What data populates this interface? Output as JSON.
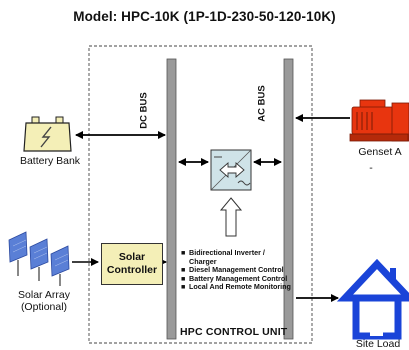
{
  "title": "Model: HPC-10K (1P-1D-230-50-120-10K)",
  "buses": {
    "dc": "DC BUS",
    "ac": "AC BUS"
  },
  "battery": {
    "label": "Battery Bank"
  },
  "genset": {
    "label": "Genset A",
    "dash": "-"
  },
  "solar": {
    "line1": "Solar Array",
    "line2": "(Optional)"
  },
  "controller": {
    "line1": "Solar",
    "line2": "Controller"
  },
  "functions": [
    "Bidirectional Inverter /",
    "Charger",
    "Diesel Management Control",
    "Battery Management Control",
    "Local And Remote Monitoring"
  ],
  "unit": {
    "label": "HPC CONTROL UNIT"
  },
  "load": {
    "label": "Site Load"
  },
  "colors": {
    "bus": "#9a9a9a",
    "battery": "#f4efb7",
    "controller": "#f4efb7",
    "genset": "#e8350f",
    "site_load": "#1a44d8",
    "inverter": "#cfe3e8"
  }
}
